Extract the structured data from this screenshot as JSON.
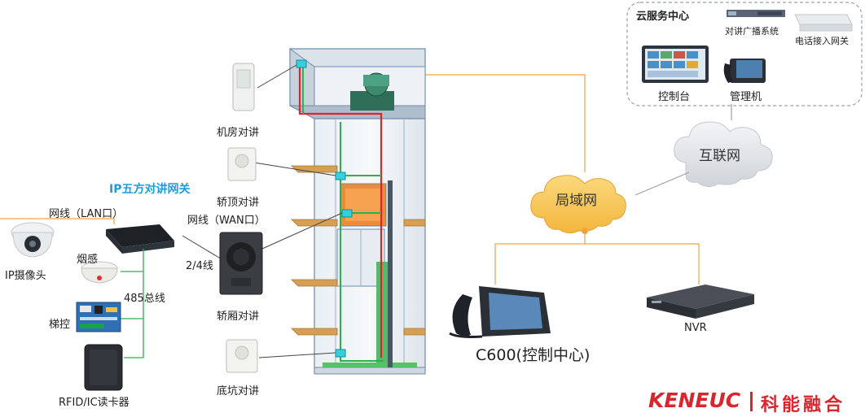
{
  "cloud_center": {
    "title": "云服务中心",
    "intercom_broadcast": "对讲广播系统",
    "phone_gateway": "电话接入网关",
    "console": "控制台",
    "manager": "管理机"
  },
  "clouds": {
    "internet": "互联网",
    "lan": "局域网"
  },
  "intercoms": {
    "machine_room": "机房对讲",
    "car_top": "轿顶对讲",
    "car": "轿厢对讲",
    "pit": "底坑对讲"
  },
  "gateway": {
    "title": "IP五方对讲网关",
    "lan_line": "网线（LAN口）",
    "wan_line": "网线（WAN口）",
    "wire_2_4": "2/4线",
    "bus_485": "485总线"
  },
  "peripherals": {
    "ip_camera": "IP摄像头",
    "smoke": "烟感",
    "elevator_ctrl": "梯控",
    "rfid": "RFID/IC读卡器"
  },
  "devices": {
    "c600": "C600(控制中心)",
    "nvr": "NVR"
  },
  "brand": {
    "name_en": "KENEUC",
    "name_cn": "科能融合",
    "color": "#d8262e"
  },
  "colors": {
    "gateway_title": "#1f9be0",
    "lan_line": "#f2a23a",
    "green_line": "#2bb24c",
    "red_line": "#e0242a",
    "shaft_frame": "#6d8aa8",
    "cloud_fill": "#f7c75e"
  }
}
